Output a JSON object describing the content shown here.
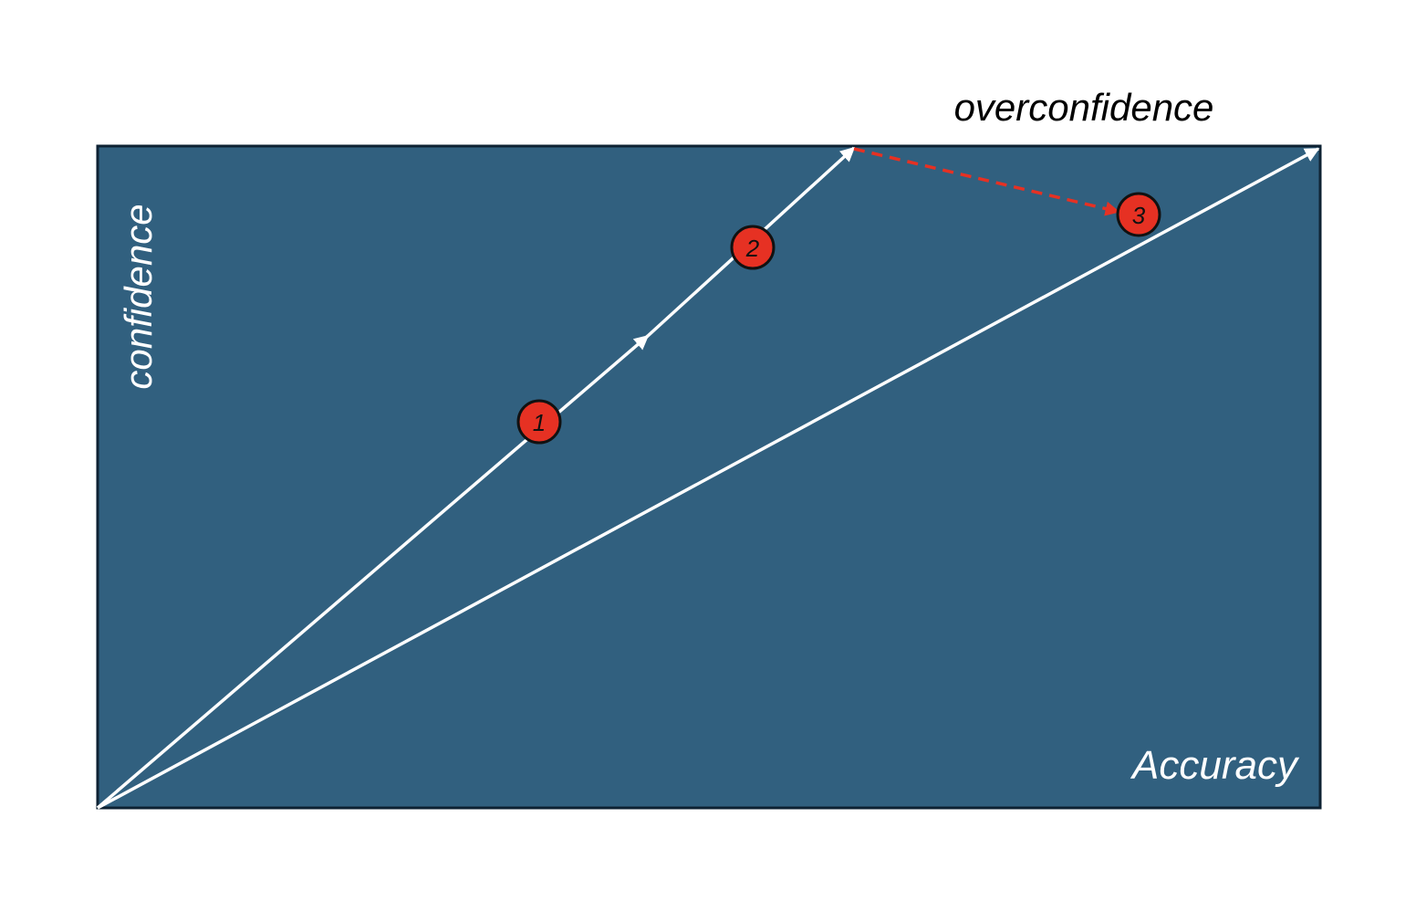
{
  "labels": {
    "top": "overconfidence",
    "y_axis": "confidence",
    "x_axis": "Accuracy"
  },
  "markers": [
    {
      "text": "1"
    },
    {
      "text": "2"
    },
    {
      "text": "3"
    }
  ],
  "colors": {
    "panel_fill": "#31607F",
    "panel_border": "#0E2233",
    "line": "#FFFFFF",
    "dashed_arrow": "#E63123",
    "marker_fill": "#E63123",
    "marker_stroke": "#111111",
    "top_label": "#000000",
    "panel_label": "#FFFFFF"
  }
}
